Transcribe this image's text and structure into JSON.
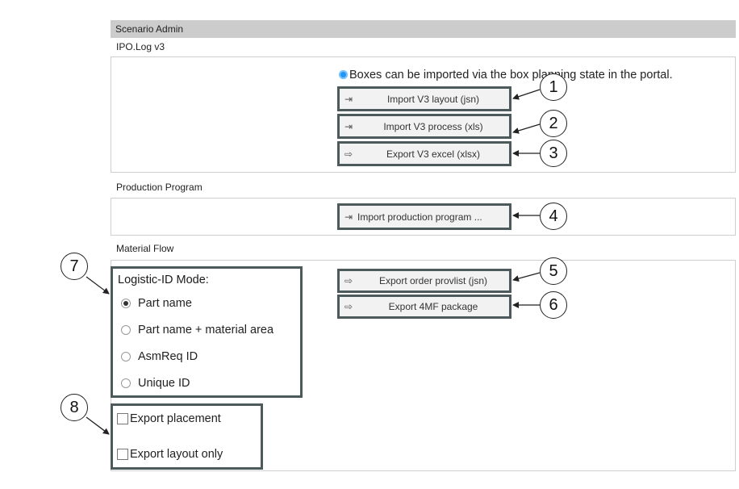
{
  "header": {
    "title": "Scenario Admin"
  },
  "ipolog": {
    "title": "IPO.Log v3",
    "info": "Boxes can be imported via the box planning state in the portal.",
    "buttons": [
      {
        "icon": "import-icon",
        "glyph": "⇥",
        "label": "Import V3 layout (jsn)",
        "callout": "1"
      },
      {
        "icon": "import-icon",
        "glyph": "⇥",
        "label": "Import V3 process (xls)",
        "callout": "2"
      },
      {
        "icon": "export-icon",
        "glyph": "⇨",
        "label": "Export V3 excel (xlsx)",
        "callout": "3"
      }
    ]
  },
  "production": {
    "title": "Production Program",
    "button": {
      "icon": "import-icon",
      "glyph": "⇥",
      "label": "Import production program ...",
      "callout": "4"
    }
  },
  "material": {
    "title": "Material Flow",
    "mode_label": "Logistic-ID Mode:",
    "mode_callout": "7",
    "options": [
      {
        "label": "Part name",
        "selected": true
      },
      {
        "label": "Part name + material area",
        "selected": false
      },
      {
        "label": "AsmReq ID",
        "selected": false
      },
      {
        "label": "Unique ID",
        "selected": false
      }
    ],
    "buttons": [
      {
        "icon": "export-icon",
        "glyph": "⇨",
        "label": "Export order provlist (jsn)",
        "callout": "5"
      },
      {
        "icon": "export-icon",
        "glyph": "⇨",
        "label": "Export 4MF package",
        "callout": "6"
      }
    ],
    "checkbox_callout": "8",
    "checkboxes": [
      {
        "label": "Export placement",
        "checked": false
      },
      {
        "label": "Export layout only",
        "checked": false
      }
    ]
  }
}
